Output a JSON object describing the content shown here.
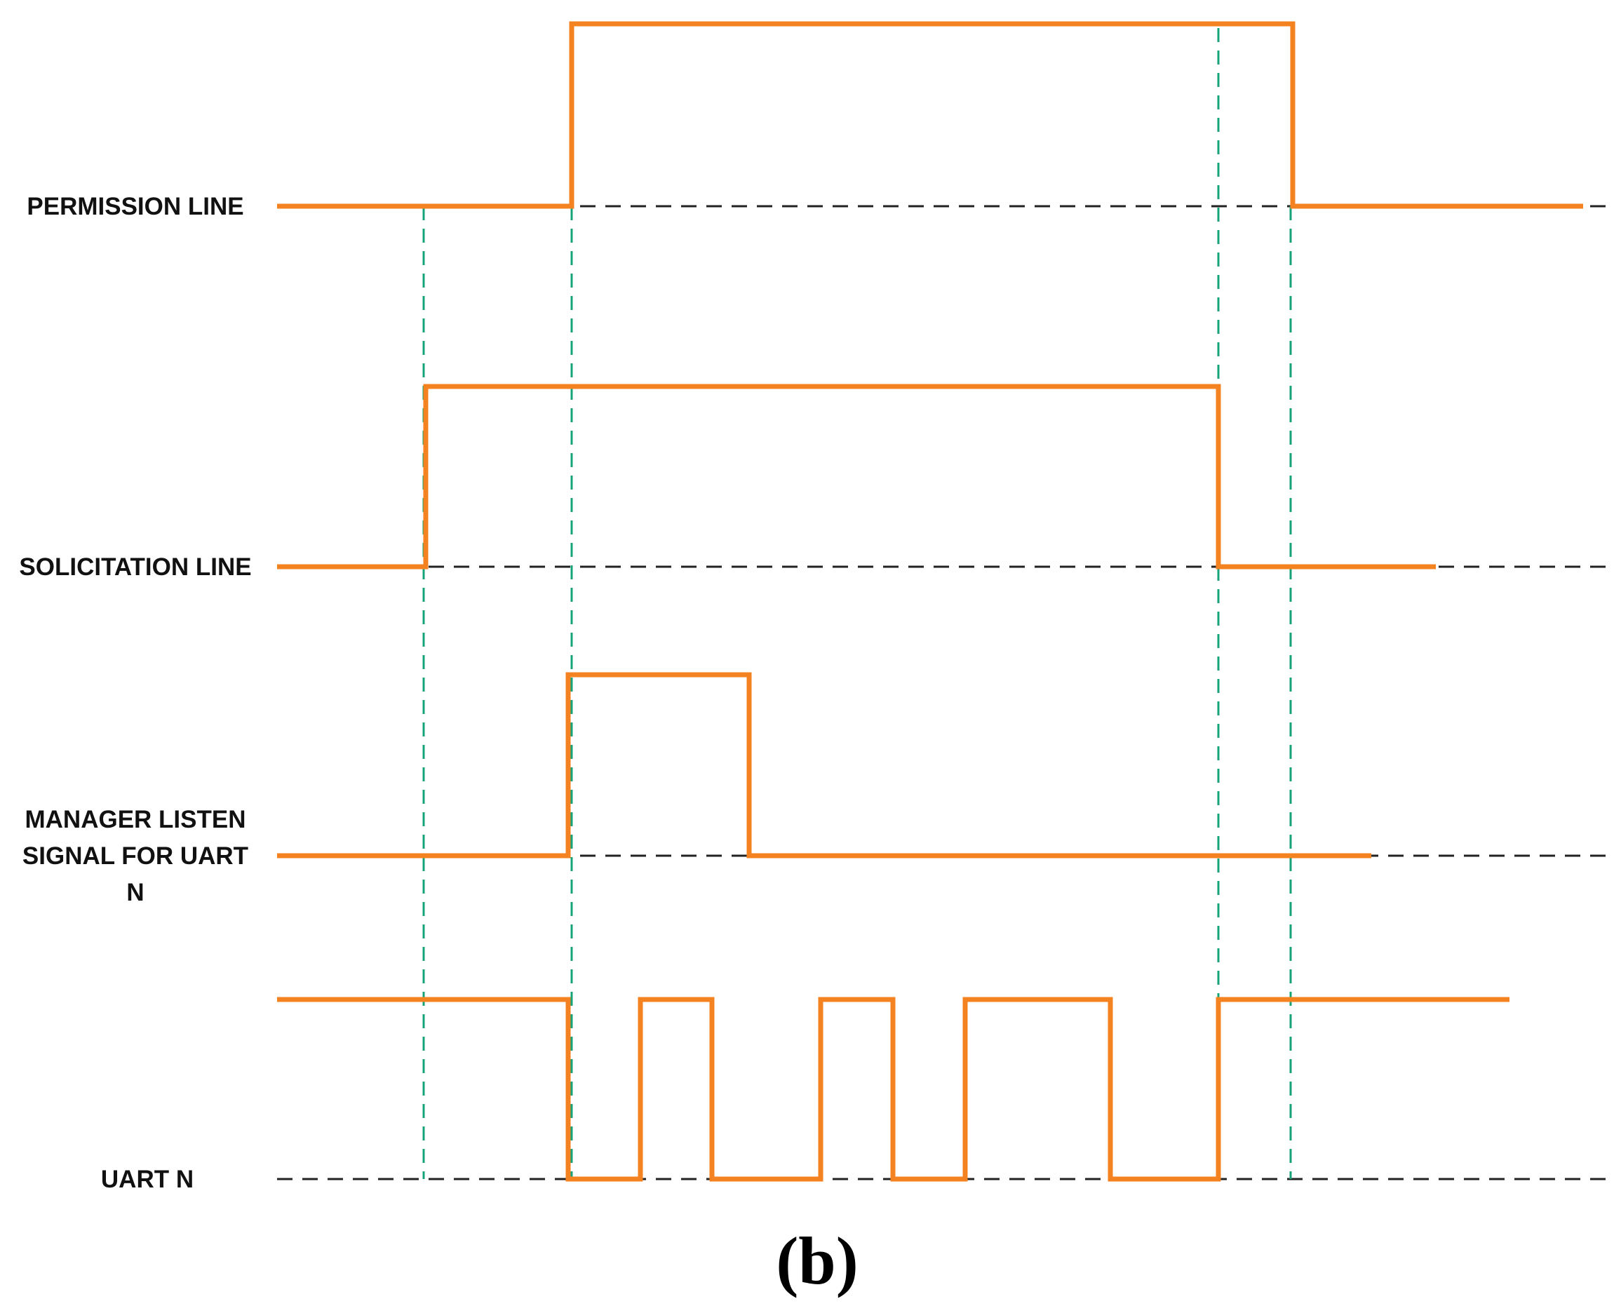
{
  "signals": [
    {
      "id": "permission",
      "label_lines": [
        "PERMISSION LINE"
      ]
    },
    {
      "id": "solicitation",
      "label_lines": [
        "SOLICITATION LINE"
      ]
    },
    {
      "id": "manager",
      "label_lines": [
        "MANAGER LISTEN",
        "SIGNAL FOR UART",
        "N"
      ]
    },
    {
      "id": "uart",
      "label_lines": [
        "UART N"
      ]
    }
  ],
  "panel_label": "(b)",
  "colors": {
    "signal": "#f58220",
    "marker": "#17a37a",
    "baseline": "#222222"
  }
}
